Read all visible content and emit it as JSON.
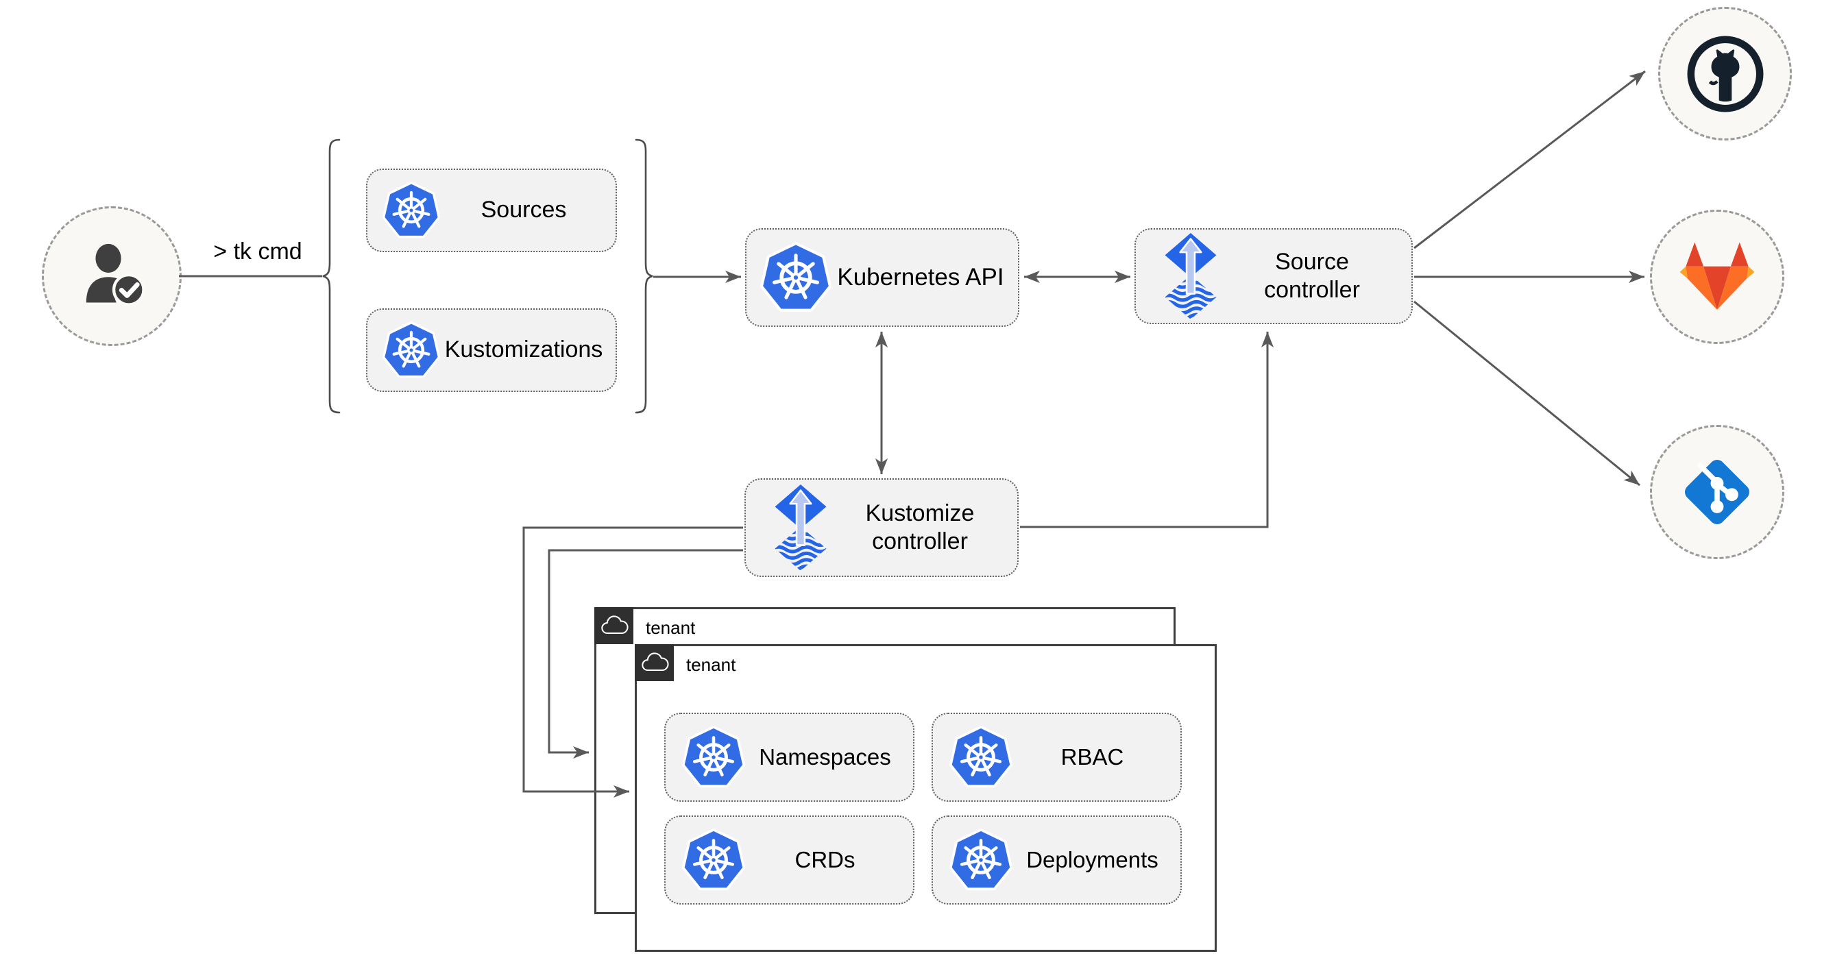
{
  "diagram": {
    "user": {
      "icon": "user-check-icon",
      "command_label": "> tk cmd"
    },
    "cli_resources": [
      {
        "icon": "kubernetes-icon",
        "label": "Sources"
      },
      {
        "icon": "kubernetes-icon",
        "label": "Kustomizations"
      }
    ],
    "cluster": {
      "kubernetes_api": {
        "icon": "kubernetes-icon",
        "label": "Kubernetes API"
      },
      "source_controller": {
        "icon": "flux-icon",
        "label": "Source controller"
      },
      "kustomize_controller": {
        "icon": "flux-icon",
        "label": "Kustomize controller"
      }
    },
    "git_providers": [
      {
        "icon": "github-icon"
      },
      {
        "icon": "gitlab-icon"
      },
      {
        "icon": "git-icon"
      }
    ],
    "tenants": [
      {
        "icon": "cloud-icon",
        "label": "tenant"
      },
      {
        "icon": "cloud-icon",
        "label": "tenant",
        "resources": [
          {
            "icon": "kubernetes-icon",
            "label": "Namespaces"
          },
          {
            "icon": "kubernetes-icon",
            "label": "RBAC"
          },
          {
            "icon": "kubernetes-icon",
            "label": "CRDs"
          },
          {
            "icon": "kubernetes-icon",
            "label": "Deployments"
          }
        ]
      }
    ],
    "colors": {
      "k8s_blue": "#326ce5",
      "flux_blue": "#2465e8",
      "flux_arrow": "#b7c8f0",
      "line_gray": "#595959",
      "box_fill": "#f2f2f2",
      "box_border": "#5f5f5f",
      "circle_fill": "#faf8f4",
      "circle_border": "#9a9a9a",
      "tenant_border": "#3f3f3f",
      "tenant_header_bg": "#2f2f2f",
      "github_dark": "#14212c",
      "gitlab_red": "#e24329",
      "gitlab_orange": "#fc6d26",
      "gitlab_light_orange": "#fca326",
      "git_blue": "#1278d3",
      "user_dark": "#3f3f3f"
    }
  }
}
